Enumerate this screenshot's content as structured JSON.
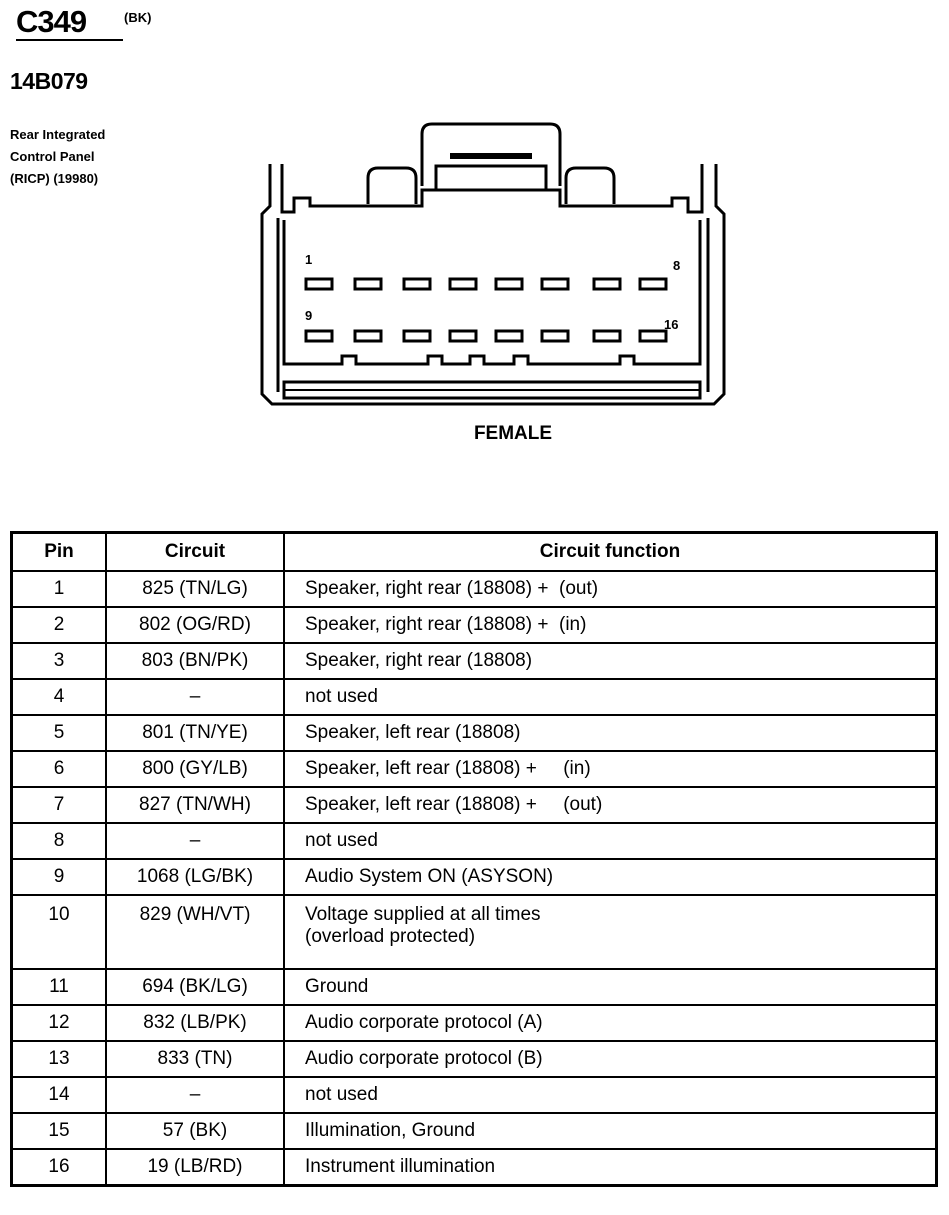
{
  "connector": {
    "id": "C349",
    "color": "(BK)",
    "part_number": "14B079",
    "description_lines": [
      "Rear Integrated",
      "Control Panel",
      "(RICP) (19980)"
    ],
    "view": "FEMALE",
    "cavity_labels": {
      "top_left": "1",
      "top_right": "8",
      "bottom_left": "9",
      "bottom_right": "16"
    }
  },
  "table": {
    "headers": {
      "pin": "Pin",
      "circuit": "Circuit",
      "function": "Circuit function"
    },
    "rows": [
      {
        "pin": "1",
        "circuit": "825 (TN/LG)",
        "function": "Speaker, right rear (18808) +  (out)"
      },
      {
        "pin": "2",
        "circuit": "802 (OG/RD)",
        "function": "Speaker, right rear (18808) +  (in)"
      },
      {
        "pin": "3",
        "circuit": "803 (BN/PK)",
        "function": "Speaker, right rear (18808)"
      },
      {
        "pin": "4",
        "circuit": "–",
        "function": "not used"
      },
      {
        "pin": "5",
        "circuit": "801 (TN/YE)",
        "function": "Speaker, left rear (18808)"
      },
      {
        "pin": "6",
        "circuit": "800 (GY/LB)",
        "function": "Speaker, left rear (18808) +     (in)"
      },
      {
        "pin": "7",
        "circuit": "827 (TN/WH)",
        "function": "Speaker, left rear (18808) +     (out)"
      },
      {
        "pin": "8",
        "circuit": "–",
        "function": "not used"
      },
      {
        "pin": "9",
        "circuit": "1068 (LG/BK)",
        "function": "Audio System ON (ASYSON)"
      },
      {
        "pin": "10",
        "circuit": "829 (WH/VT)",
        "function": "Voltage supplied at all times",
        "function_line2": "(overload protected)"
      },
      {
        "pin": "11",
        "circuit": "694 (BK/LG)",
        "function": "Ground"
      },
      {
        "pin": "12",
        "circuit": "832 (LB/PK)",
        "function": "Audio corporate protocol (A)"
      },
      {
        "pin": "13",
        "circuit": "833 (TN)",
        "function": "Audio corporate protocol (B)"
      },
      {
        "pin": "14",
        "circuit": "–",
        "function": "not used"
      },
      {
        "pin": "15",
        "circuit": "57 (BK)",
        "function": "Illumination, Ground"
      },
      {
        "pin": "16",
        "circuit": "19 (LB/RD)",
        "function": "Instrument illumination"
      }
    ]
  }
}
